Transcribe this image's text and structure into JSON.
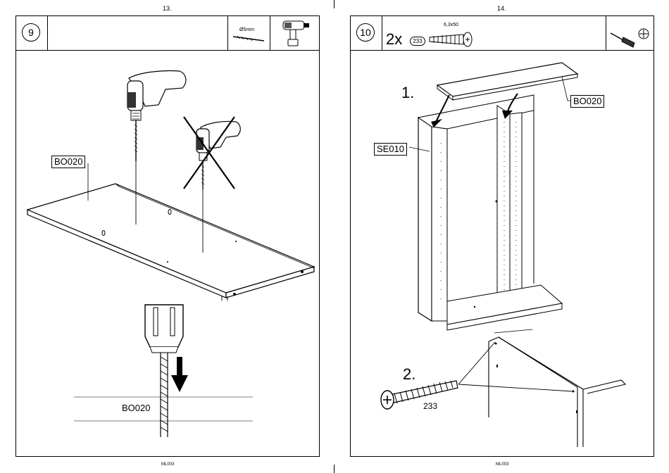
{
  "pages": [
    {
      "page_number": "13.",
      "step": "9",
      "drill_bit_label": "Ø5mm",
      "part_label_main": "BO020",
      "part_label_detail": "BO020",
      "footer": "ML003"
    },
    {
      "page_number": "14.",
      "step": "10",
      "quantity": "2x",
      "part_code": "233",
      "screw_size": "6,3x50",
      "step_one": "1.",
      "step_two": "2.",
      "label_top": "BO020",
      "label_side": "SE010",
      "screw_part": "233",
      "footer": "ML003"
    }
  ],
  "icons": [
    "drill-bit-icon",
    "cordless-drill-icon",
    "screwdriver-icon",
    "phillips-head-icon",
    "confirmat-screw-icon"
  ]
}
